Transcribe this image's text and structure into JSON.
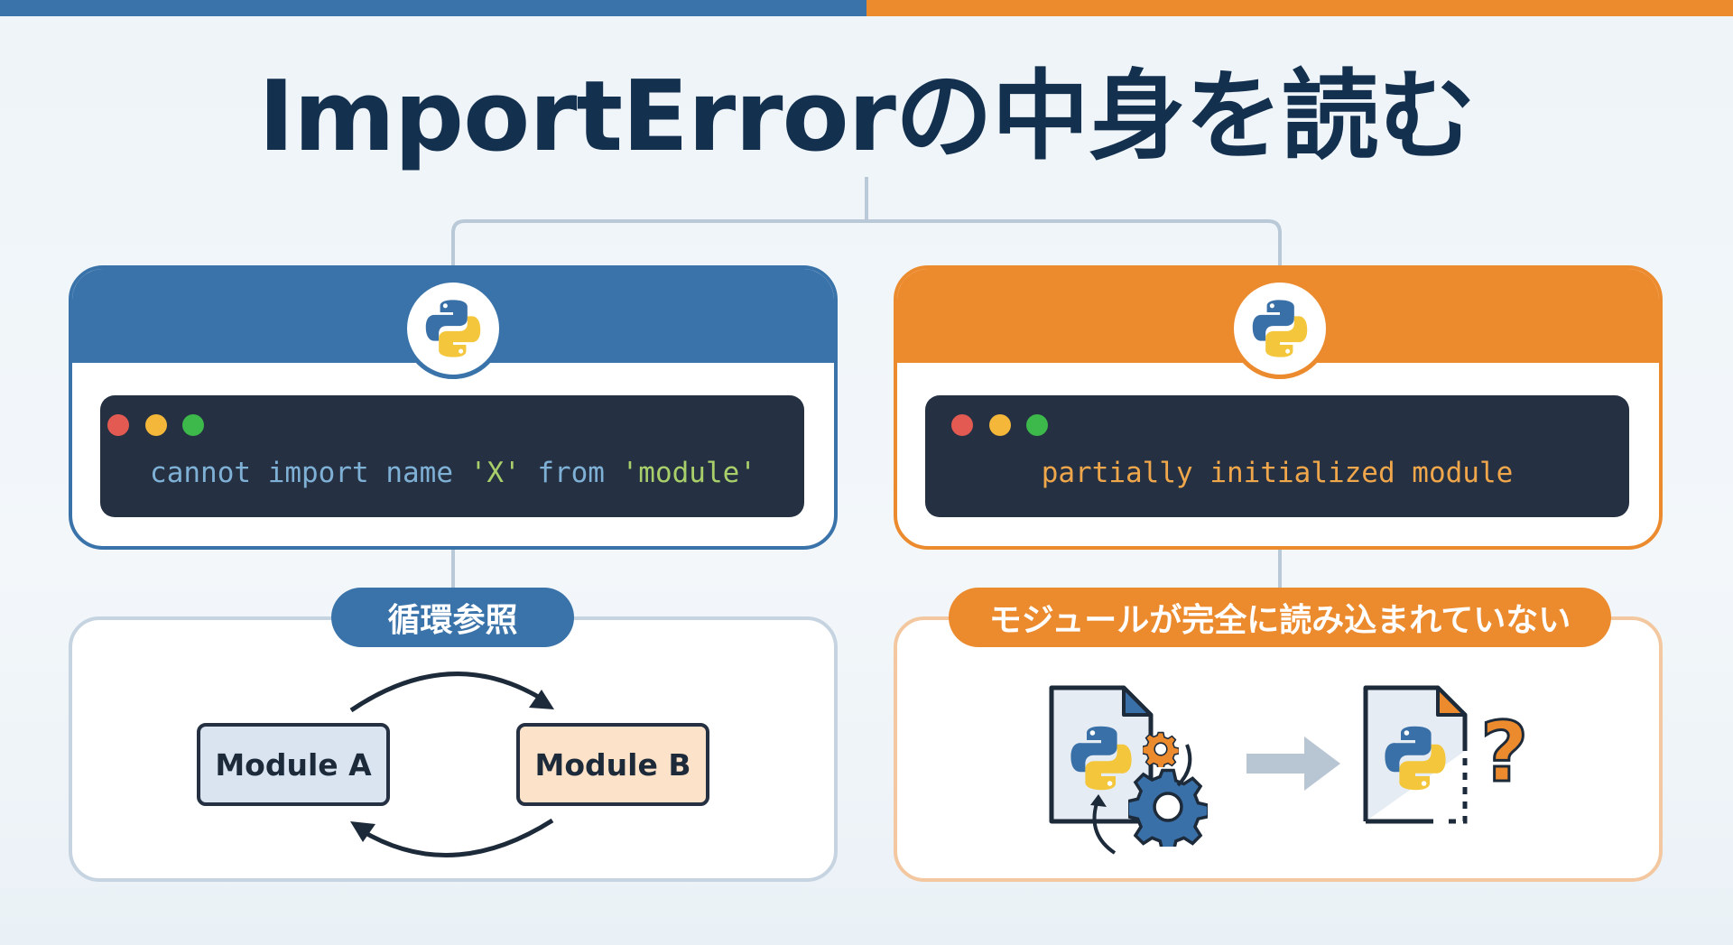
{
  "title": "ImportErrorの中身を読む",
  "colors": {
    "blue": "#3a73aa",
    "orange": "#ec8a2e",
    "navy": "#14304f",
    "terminal": "#253142"
  },
  "left": {
    "code_tokens": [
      {
        "text": "cannot import name ",
        "color": "#7fb0d6"
      },
      {
        "text": "'X'",
        "color": "#a9cf6a"
      },
      {
        "text": " from ",
        "color": "#7fb0d6"
      },
      {
        "text": "'module'",
        "color": "#a9cf6a"
      }
    ],
    "label": "循環参照",
    "module_a": "Module A",
    "module_b": "Module B"
  },
  "right": {
    "code": "partially initialized module",
    "label": "モジュールが完全に読み込まれていない",
    "question_mark": "?"
  }
}
